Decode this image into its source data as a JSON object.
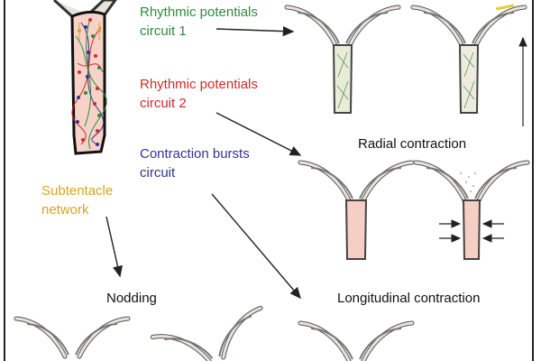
{
  "labels": {
    "rp1_line1": "Rhythmic potentials",
    "rp1_line2": "circuit 1",
    "rp2_line1": "Rhythmic potentials",
    "rp2_line2": "circuit 2",
    "cb_line1": "Contraction bursts",
    "cb_line2": "circuit",
    "st_line1": "Subtentacle",
    "st_line2": "network",
    "radial": "Radial contraction",
    "longitudinal": "Longitudinal contraction",
    "nodding": "Nodding"
  },
  "colors": {
    "rp1": "#2f8a3e",
    "rp2": "#d42a2a",
    "cb": "#33338f",
    "subtentacle": "#d9a326",
    "body_fill": "#f6d2c8"
  }
}
